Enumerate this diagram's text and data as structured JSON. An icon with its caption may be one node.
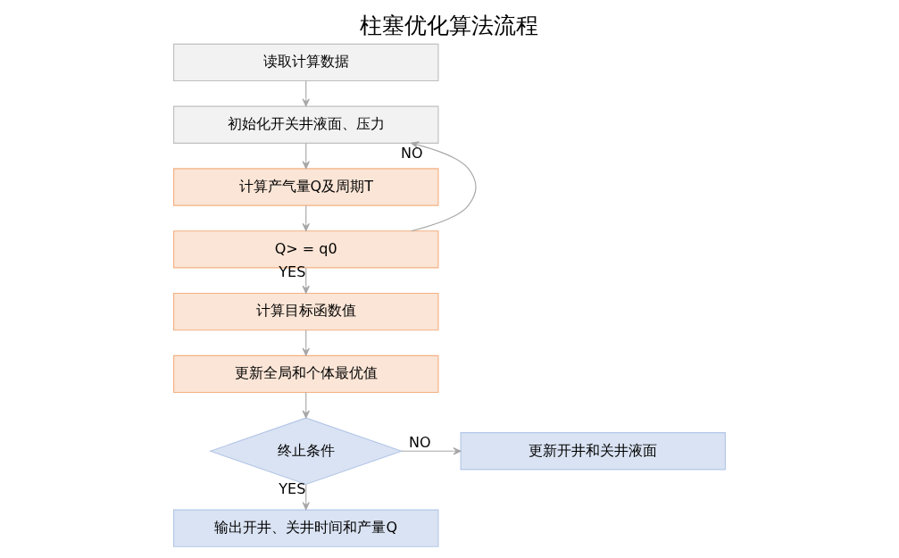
{
  "diagram": {
    "title": "柱塞优化算法流程",
    "nodes": [
      {
        "text": [
          "读取计算数据"
        ]
      },
      {
        "text": [
          "初始化开关井液面、压力"
        ]
      },
      {
        "text": [
          "计算产气量Q及周期T"
        ]
      },
      {
        "text": [
          "Q> = q0"
        ]
      },
      {
        "text": [
          "计算目标函数值"
        ]
      },
      {
        "text": [
          "更新全局和个体最优值"
        ]
      },
      {
        "text": [
          "终止条件"
        ]
      },
      {
        "text": [
          "更新开井和关井液面"
        ]
      },
      {
        "text": [
          "输出开井、关井时间和产量Q"
        ]
      }
    ],
    "edges": [
      {
        "from": 0,
        "to": 1,
        "arrow": "to"
      },
      {
        "from": 1,
        "to": 2,
        "arrow": "to"
      },
      {
        "from": 2,
        "to": 3,
        "arrow": "to"
      },
      {
        "from": 3,
        "to": 4,
        "arrow": "to",
        "label": "YES"
      },
      {
        "from": 3,
        "to": 1,
        "arrow": "to",
        "label": "NO"
      },
      {
        "from": 4,
        "to": 5,
        "arrow": "to"
      },
      {
        "from": 5,
        "to": 6,
        "arrow": "to"
      },
      {
        "from": 6,
        "to": 7,
        "arrow": "to",
        "label": "NO"
      },
      {
        "from": 6,
        "to": 8,
        "arrow": "to",
        "label": "YES"
      }
    ]
  }
}
